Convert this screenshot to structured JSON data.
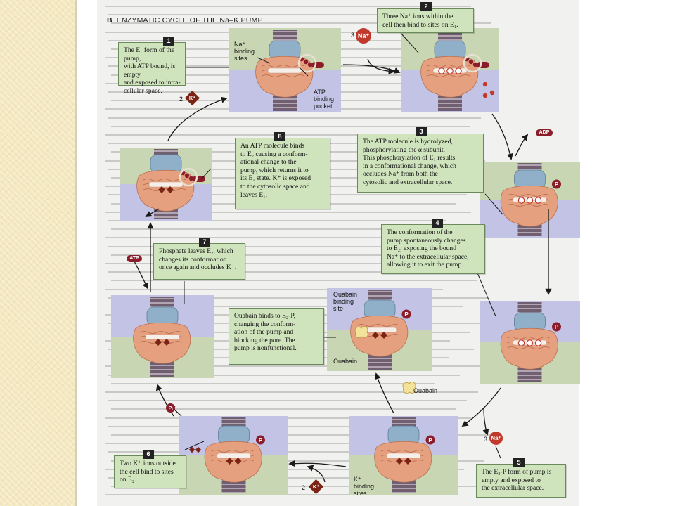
{
  "figure": {
    "letter": "B",
    "title": "ENZYMATIC CYCLE OF THE Na–K PUMP"
  },
  "colors": {
    "panel_blue": "#c3c3e6",
    "panel_green": "#c8d6b3",
    "protein": "#e5a07f",
    "callout": "#cfe3bd",
    "ion_na": "#c0392b",
    "ion_k": "#7b2416",
    "atp": "#8b1c2a"
  },
  "steps": [
    {
      "num": "1",
      "text": [
        "The E₁ form of the pump,",
        "with ATP bound, is empty",
        "and exposed to intra-",
        "cellular space."
      ]
    },
    {
      "num": "2",
      "text": [
        "Three Na⁺ ions within the",
        "cell then bind to sites on E₁."
      ]
    },
    {
      "num": "3",
      "text": [
        "The ATP molecule is hydrolyzed,",
        "phosphorylating the α subunit.",
        "This phosphorylation of E₁ results",
        "in a conformational change, which",
        "occludes Na⁺ from both the",
        "cytosolic and extracellular space."
      ]
    },
    {
      "num": "4",
      "text": [
        "The conformation of the",
        "pump spontaneously changes",
        "to E₂, exposing the bound",
        "Na⁺ to the extracellular space,",
        "allowing it to exit the pump."
      ]
    },
    {
      "num": "5",
      "text": [
        "The E₂-P form of pump is",
        "empty and exposed to",
        "the extracellular space."
      ]
    },
    {
      "num": "6",
      "text": [
        "Two K⁺ ions outside",
        "the cell bind to sites",
        "on E₂."
      ]
    },
    {
      "num": "7",
      "text": [
        "Phosphate leaves E₂, which",
        "changes its conformation",
        "once again and occludes K⁺."
      ]
    },
    {
      "num": "8",
      "text": [
        "An ATP molecule binds",
        "to E₂ causing a conform-",
        "ational change to the",
        "pump, which returns it to",
        "its E₁ state. K⁺ is exposed",
        "to the cytosolic space and",
        "leaves E₁."
      ]
    }
  ],
  "ouabain_note": [
    "Ouabain binds to E₂-P,",
    "changing the conform-",
    "ation of the pump and",
    "blocking the pore. The",
    "pump is nonfunctional."
  ],
  "labels": {
    "na_binding": [
      "Na⁺",
      "binding",
      "sites"
    ],
    "atp_binding": [
      "ATP",
      "binding",
      "pocket"
    ],
    "ouabain_binding": [
      "Ouabain",
      "binding",
      "site"
    ],
    "ouabain": "Ouabain",
    "ouabain_free": "Ouabain",
    "k_binding": [
      "K⁺",
      "binding",
      "sites"
    ],
    "na_small": "Na⁺",
    "k_small": "K⁺",
    "atp": "ATP",
    "adp": "ADP",
    "p": "P",
    "pi": "Pᵢ",
    "na_ion": "Na⁺",
    "k_ion": "K⁺",
    "coef_3": "3",
    "coef_2": "2"
  }
}
